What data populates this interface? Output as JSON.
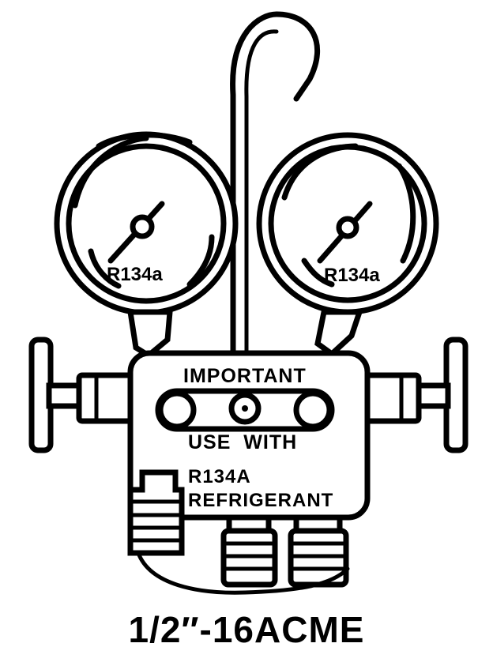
{
  "gauges": {
    "left_label": "R134a",
    "right_label": "R134a"
  },
  "manifold": {
    "line1": "IMPORTANT",
    "line2": "USE  WITH",
    "line3": "R134A",
    "line4": "REFRIGERANT"
  },
  "caption": "1/2″-16ACME"
}
